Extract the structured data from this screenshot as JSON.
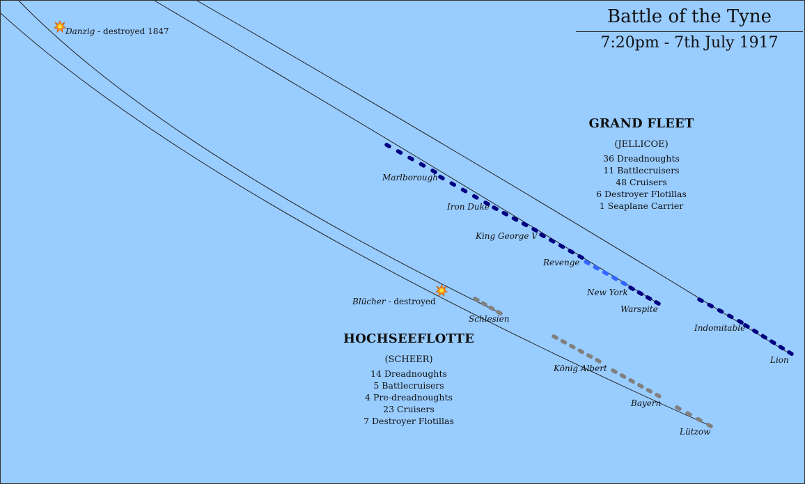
{
  "title": "Battle of the Tyne",
  "subtitle": "7:20pm - 7th July 1917",
  "colors": {
    "sea": "#99ccff",
    "grand_fleet_ship": "#000080",
    "grand_fleet_light_ship": "#3366ff",
    "hsf_ship": "#808080",
    "track": "#222222",
    "explosion": "#ff9900"
  },
  "grand_fleet": {
    "name": "GRAND FLEET",
    "commander": "(JELLICOE)",
    "composition": [
      "36 Dreadnoughts",
      "11 Battlecruisers",
      "48 Cruisers",
      "6 Destroyer Flotillas",
      "1 Seaplane Carrier"
    ]
  },
  "hochseeflotte": {
    "name": "HOCHSEEFLOTTE",
    "commander": "(SCHEER)",
    "composition": [
      "14 Dreadnoughts",
      "5 Battlecruisers",
      "4 Pre-dreadnoughts",
      "23 Cruisers",
      "7 Destroyer Flotillas"
    ]
  },
  "ship_labels": {
    "marlborough": "Marlborough",
    "iron_duke": "Iron Duke",
    "king_george_v": "King George V",
    "revenge": "Revenge",
    "new_york": "New York",
    "warspite": "Warspite",
    "indomitable": "Indomitable",
    "lion": "Lion",
    "schlesien": "Schlesien",
    "konig_albert": "König Albert",
    "bayern": "Bayern",
    "lutzow": "Lützow"
  },
  "events": {
    "danzig_name": "Danzig",
    "danzig_note": " - destroyed 1847",
    "blucher_name": "Blücher",
    "blucher_note": " - destroyed"
  },
  "icons": {
    "explosion": "explosion-icon"
  }
}
